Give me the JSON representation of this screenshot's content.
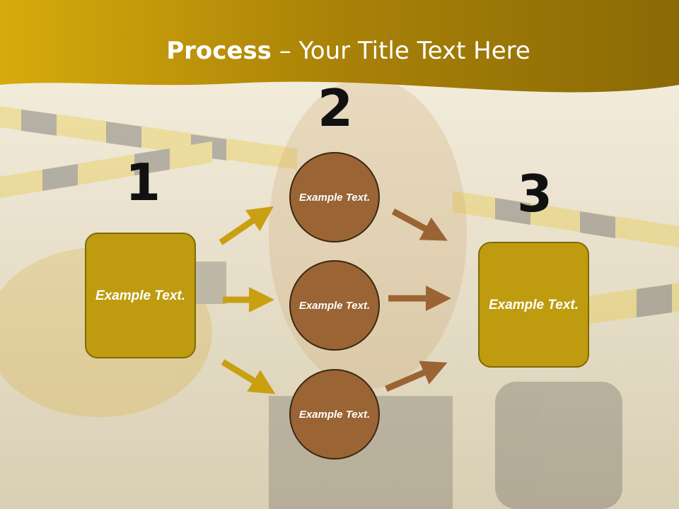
{
  "title": {
    "bold": "Process",
    "rest": " – Your Title Text Here"
  },
  "steps": [
    {
      "number": "1",
      "text": "Example Text."
    },
    {
      "number": "2"
    },
    {
      "number": "3",
      "text": "Example Text."
    }
  ],
  "circles": [
    {
      "text": "Example Text."
    },
    {
      "text": "Example Text."
    },
    {
      "text": "Example Text."
    }
  ],
  "colors": {
    "header": "#b28f0a",
    "box": "#bf9b0f",
    "circle": "#9a6434",
    "arrow_gold": "#c9a012",
    "arrow_brown": "#9a6434"
  }
}
